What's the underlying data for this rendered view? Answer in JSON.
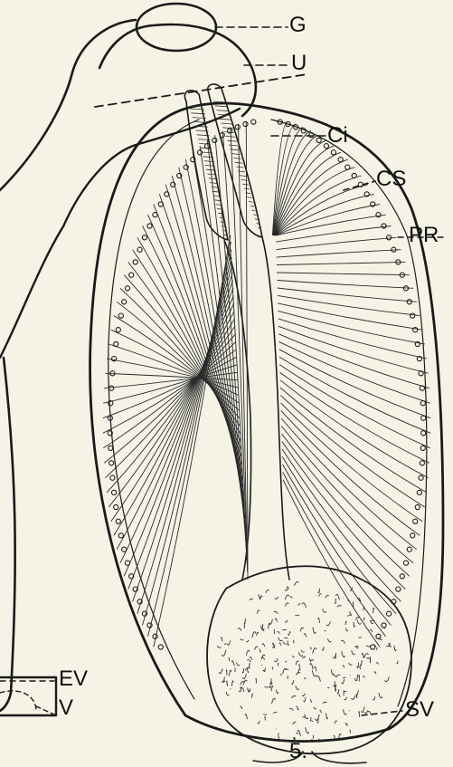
{
  "figure": {
    "number": "5.",
    "labels": {
      "G": "G",
      "U": "U",
      "Ci": "Ci",
      "CS": "CS",
      "PR": "PR",
      "EV": "EV",
      "V": "V",
      "SV": "SV"
    }
  }
}
